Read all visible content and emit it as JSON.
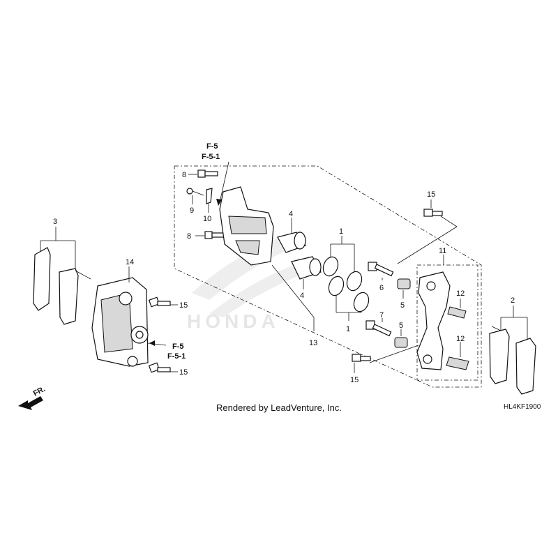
{
  "callouts": {
    "ref_top_1": "F-5",
    "ref_top_2": "F-5-1",
    "ref_side_1": "F-5",
    "ref_side_2": "F-5-1",
    "p1a": "1",
    "p1b": "1",
    "p2": "2",
    "p3": "3",
    "p4a": "4",
    "p4b": "4",
    "p5a": "5",
    "p5b": "5",
    "p6": "6",
    "p7": "7",
    "p8a": "8",
    "p8b": "8",
    "p9": "9",
    "p10": "10",
    "p11": "11",
    "p12a": "12",
    "p12b": "12",
    "p13": "13",
    "p14": "14",
    "p15a": "15",
    "p15b": "15",
    "p15c": "15",
    "p15d": "15"
  },
  "direction_label": "FR.",
  "watermark": "HONDA",
  "credit": "Rendered by LeadVenture, Inc.",
  "diagram_code": "HL4KF1900",
  "colors": {
    "line": "#111111",
    "shade": "#d8d8d8",
    "watermark": "#e6e6e6"
  }
}
